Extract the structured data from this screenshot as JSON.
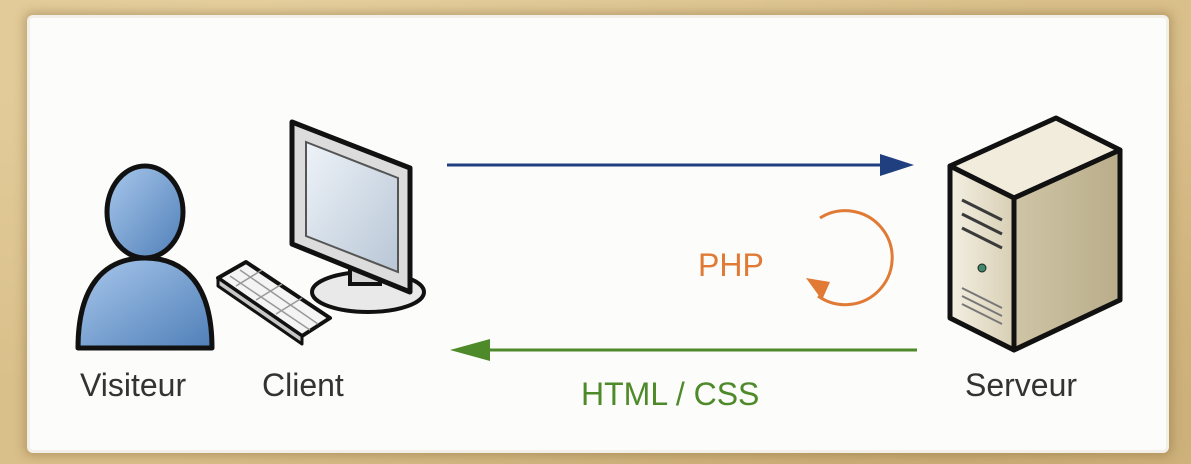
{
  "labels": {
    "visitor": "Visiteur",
    "client": "Client",
    "server": "Serveur",
    "response": "HTML / CSS",
    "processing": "PHP"
  },
  "colors": {
    "request_arrow": "#1f3f7f",
    "response_arrow": "#4e8a2a",
    "php_loop": "#e07a35",
    "person": "#6a9ad0",
    "text": "#333333"
  },
  "icons": {
    "visitor": "person-icon",
    "keyboard": "keyboard-icon",
    "client": "monitor-icon",
    "server": "server-tower-icon",
    "loop": "refresh-loop-icon"
  }
}
